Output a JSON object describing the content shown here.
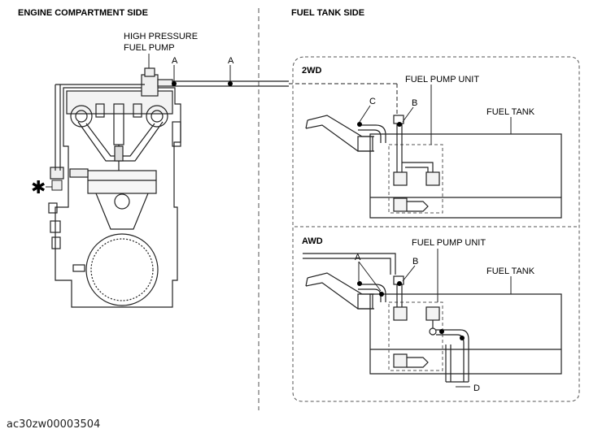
{
  "headers": {
    "engine_side": "ENGINE COMPARTMENT SIDE",
    "tank_side": "FUEL TANK SIDE"
  },
  "engine": {
    "hp_pump_line1": "HIGH PRESSURE",
    "hp_pump_line2": "FUEL PUMP",
    "callout_a1": "A",
    "callout_a2": "A",
    "asterisk": "✱"
  },
  "twd": {
    "title": "2WD",
    "pump_unit": "FUEL PUMP UNIT",
    "fuel_tank": "FUEL TANK",
    "callout_c": "C",
    "callout_b": "B"
  },
  "awd": {
    "title": "AWD",
    "pump_unit": "FUEL PUMP UNIT",
    "fuel_tank": "FUEL TANK",
    "callout_a": "A",
    "callout_b": "B",
    "callout_d": "D"
  },
  "reference_id": "ac30zw00003504"
}
